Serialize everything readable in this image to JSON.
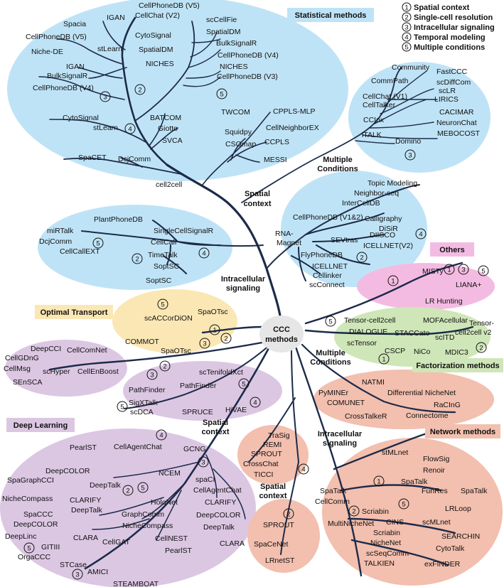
{
  "center": {
    "line1": "CCC",
    "line2": "methods"
  },
  "legend": [
    "Spatial context",
    "Single-cell resolution",
    "Intracellular signaling",
    "Temporal modeling",
    "Multiple conditions"
  ],
  "categories": {
    "statistical": "Statistical methods",
    "others": "Others",
    "optimal": "Optimal Transport",
    "factorization": "Factorization methods",
    "deep": "Deep Learning",
    "network": "Network methods"
  },
  "branch_labels": {
    "multi1a": "Multiple",
    "multi1b": "Conditions",
    "spatial1a": "Spatial",
    "spatial1b": "context",
    "intra1a": "Intracellular",
    "intra1b": "signaling",
    "multi2a": "Multiple",
    "multi2b": "Conditions",
    "spatial2a": "Spatial",
    "spatial2b": "context",
    "intra2a": "Intracellular",
    "intra2b": "signaling",
    "spatial3a": "Spatial",
    "spatial3b": "context"
  },
  "labels": {
    "s_cpdbv5_top": "CellPhoneDB (V5)",
    "s_cellchatv2": "CellChat (V2)",
    "s_igan1": "IGAN",
    "s_spacia": "Spacia",
    "s_scellfie": "scCellFie",
    "s_spatialdm1": "SpatialDM",
    "s_cytosignal1": "CytoSignal",
    "s_cpdbv5_b": "CellPhoneDB (V5)",
    "s_bulksignalr1": "BulkSignalR",
    "s_nichede": "Niche-DE",
    "s_stlearn1": "stLearn",
    "s_spatialdm2": "SpatialDM",
    "s_cpdbv4_r": "CellPhoneDB (V4)",
    "s_igan2": "IGAN",
    "s_niches1": "NICHES",
    "s_niches2": "NICHES",
    "s_bulksignalr2": "BulkSignalR",
    "s_cpdbv3": "CellPhoneDB (V3)",
    "s_cpdbv4_l": "CellPhoneDB (V4)",
    "s_cytosignal2": "CytoSignal",
    "s_stlearn2": "stLearn",
    "s_batcom": "BATCOM",
    "s_giotto": "Giotto",
    "s_svca": "SVCA",
    "s_twcom": "TWCOM",
    "s_cppls": "CPPLS-MLP",
    "s_cellneighbor": "CellNeighborEX",
    "s_squidpy": "Squidpy",
    "s_ccpls": "CCPLS",
    "s_csomap": "CSOmap",
    "s_messi": "MESSI",
    "s_spacet": "SpaCET",
    "s_dcjcomm1": "DcjComm",
    "s_cell2cell": "cell2cell",
    "m_community": "Community",
    "m_fastccc": "FastCCC",
    "m_commpath": "CommPath",
    "m_scdiffcom": "scDiffCom",
    "m_sclr": "scLR",
    "m_lirics": "LIRICS",
    "m_cellchatv1": "CellChat (V1)",
    "m_celltalker": "CellTalker",
    "m_cacimar": "CACIMAR",
    "m_ccinx": "CCInx",
    "m_neuronchat": "NeuronChat",
    "m_mebocost": "MEBOCOST",
    "m_italk": "iTALK",
    "m_domino": "Domino",
    "i_topic": "Topic Modeling",
    "i_neighborseq": "Neighbor-seq",
    "i_intercelldb": "InterCellDB",
    "i_cpdb": "CellPhoneDB (V1&2)",
    "i_calligraphy": "Calligraphy",
    "i_disir": "DiSiR",
    "i_sevtras": "SEVtras",
    "i_diisco": "DIISCO",
    "i_rnamagnet1": "RNA-",
    "i_rnamagnet2": "Magnet",
    "i_icellnetv2": "ICELLNET(V2)",
    "i_flyphone": "FlyPhoneDB",
    "i_icellnet": "ICELLNET",
    "i_cellinker": "Cellinker",
    "i_scconnect": "scConnect",
    "l_plantphone": "PlantPhoneDB",
    "l_mirtalk": "miRTalk",
    "l_singlecell": "SingleCellSignalR",
    "l_dcjcomm2": "DcjComm",
    "l_cellcall": "CellCall",
    "l_cellcallext": "CellCallEXT",
    "l_timetalk": "TimeTalk",
    "l_soptsc1": "SoptSC",
    "l_soptsc2": "SoptSC",
    "o_misty": "MISTy",
    "o_liana": "LIANA+",
    "o_lrhunting": "LR Hunting",
    "t_spaotsc1": "SpaOTsc",
    "t_scaccordion": "scACCorDiON",
    "t_commot": "COMMOT",
    "t_spaotsc2": "SpaOTsc",
    "f_tensor1": "Tensor-cell2cell",
    "f_mofa": "MOFAcellular",
    "f_tensor2a": "Tensor-",
    "f_tensor2b": "cell2cell v2",
    "f_dialogue": "DIALOGUE",
    "f_stacc": "STACCato",
    "f_scitd": "scITD",
    "f_sctensor": "scTensor",
    "f_cscp": "CSCP",
    "f_nico": "NiCo",
    "f_mdic3": "MDIC3",
    "p_deepcci": "DeepCCI",
    "p_cellgdng": "CellGDnG",
    "p_cellcomnet": "CellComNet",
    "p_cellmsg": "CellMsg",
    "p_schyper": "scHyper",
    "p_cellenboost": "CellEnBoost",
    "p_sensca": "SEnSCA",
    "q_sctenifold": "scTenifoldXct",
    "q_pathfinder1": "PathFinder",
    "q_pathfinder2": "PathFinder",
    "q_sigxtalk": "SigXTalk",
    "q_scdca": "scDCA",
    "q_spruce": "SPRUCE",
    "q_hivae": "HiVAE",
    "n_natmi": "NATMI",
    "n_pyminer": "PyMINEr",
    "n_diffniche": "Differential NicheNet",
    "n_comunet": "COMUNET",
    "n_racing": "RaCInG",
    "n_crosstalker": "CrossTalkeR",
    "n_connectome": "Connectome",
    "d_pearlst1": "PearlST",
    "d_cellagentchat1": "CellAgentChat",
    "d_gcng": "GCNG",
    "d_deepcolor1": "DeepCOLOR",
    "d_spagraphcci": "SpaGraphCCI",
    "d_ncem": "NCEM",
    "d_deeptalk1": "DeepTalk",
    "d_spaci": "spaCI",
    "d_nichecompass1": "NicheCompass",
    "d_clarify1": "CLARIFY",
    "d_cellagentchat2": "CellAgentChat",
    "d_deeptalk2": "DeepTalk",
    "d_holonet": "HoloNet",
    "d_clarify2": "CLARIFY",
    "d_spaccc": "SpaCCC",
    "d_graphcomm": "GraphComm",
    "d_deepcolor2": "DeepCOLOR",
    "d_deepcolor3": "DeepCOLOR",
    "d_nichecompass2": "NicheCompass",
    "d_deeptalk3": "DeepTalk",
    "d_deeplinc": "DeepLinc",
    "d_clara1": "CLARA",
    "d_cellnest": "CellNEST",
    "d_gitiii": "GITIII",
    "d_cellgat": "CellGAT",
    "d_pearlst2": "PearlST",
    "d_clara2": "CLARA",
    "d_orgaccc": "OrgaCCC",
    "d_stcase": "STCase",
    "d_amici": "AMICI",
    "d_steamboat": "STEAMBOAT",
    "k_trasig": "TraSig",
    "k_remi": "REMI",
    "k_sprout1": "SPROUT",
    "k_crosschat": "CrossChat",
    "k_ticci": "TICCI",
    "k_sprout2": "SPROUT",
    "k_spacenet": "SpaCeNet",
    "k_lrnetst": "LRnetST",
    "k_stmlnet": "stMLnet",
    "k_flowsig": "FlowSig",
    "k_renoir": "Renoir",
    "k_spatalk1": "SpaTalk",
    "k_spatalk2": "SpaTalk",
    "k_cellcomm": "CellComm",
    "k_funres": "FunRes",
    "k_spatalk3": "SpaTalk",
    "k_scriabin1": "Scriabin",
    "k_lrloop": "LRLoop",
    "k_multiniche": "MultiNicheNet",
    "k_cins": "CINS",
    "k_scmlnet": "scMLnet",
    "k_scriabin2": "Scriabin",
    "k_nichenet": "NicheNet",
    "k_searchin": "SEARCHIN",
    "k_scseqcomm": "scSeqComm",
    "k_cytotalk": "CytoTalk",
    "k_talkien": "TALKIEN",
    "k_exfinder": "exFINDER"
  },
  "colors": {
    "blue": "#bfe3f6",
    "pink": "#f4bbe2",
    "yellow": "#fbe7b4",
    "green": "#cfe6b8",
    "purple": "#dcc7e3",
    "salmon": "#f3bfae",
    "center": "#e6e6e6",
    "branch": "#1c2b4a"
  }
}
